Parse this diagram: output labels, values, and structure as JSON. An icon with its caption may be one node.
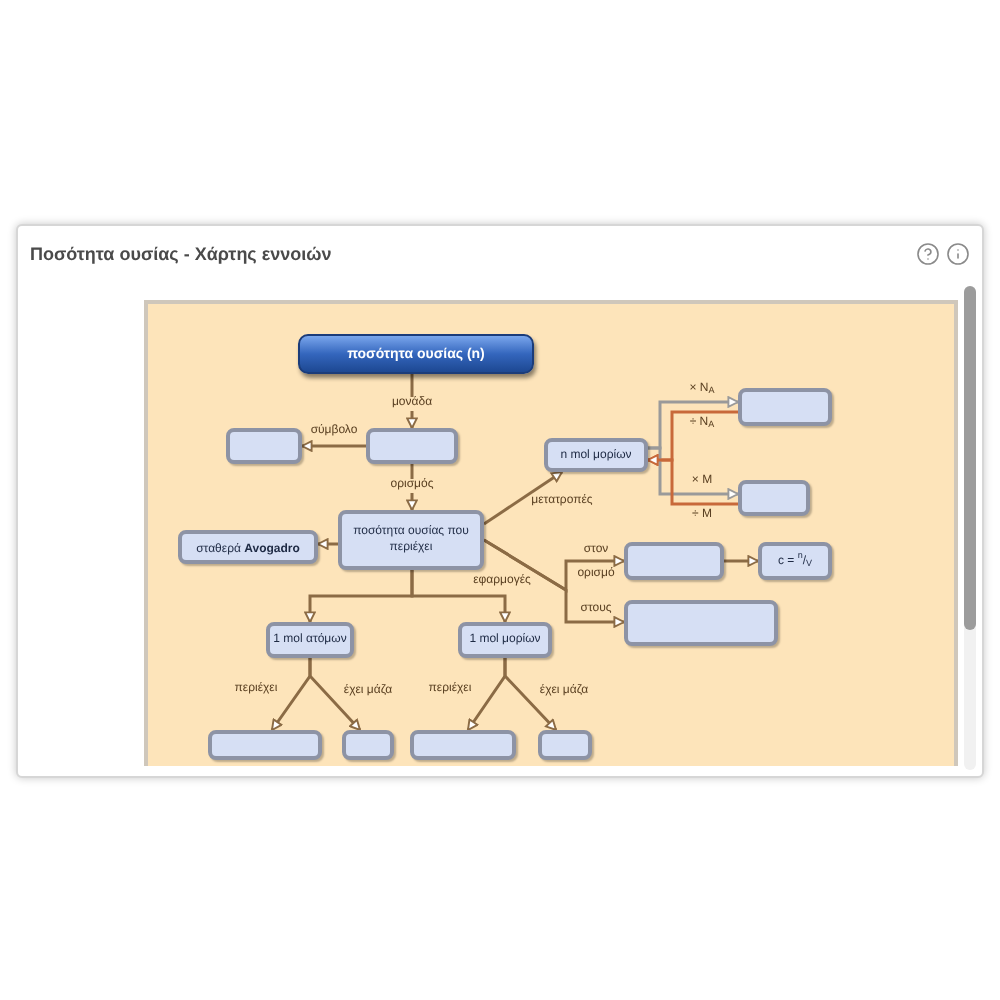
{
  "diagram": {
    "title": "Ποσότητα ουσίας - Χάρτης εννοιών",
    "nodes": [
      {
        "text": [
          "ποσότητα ουσίας (n)"
        ]
      },
      {
        "text": [],
        "shape": "box"
      },
      {
        "text": [],
        "shape": "box"
      },
      {
        "text": [
          "ποσότητα ουσίας που περιέχει"
        ]
      },
      {
        "text": [
          "σταθερά **Avogadro**"
        ]
      },
      {
        "text": [
          "n mol μορίων"
        ]
      },
      {
        "text": [],
        "shape": "box"
      },
      {
        "text": [],
        "shape": "box"
      },
      {
        "text": [],
        "shape": "box"
      },
      {
        "text": [
          "c = $^{n}$/$_{V}$"
        ]
      },
      {
        "text": [],
        "shape": "box"
      },
      {
        "text": [
          "1 mol ατόμων"
        ]
      },
      {
        "text": [
          "1 mol μορίων"
        ]
      },
      {
        "text": [],
        "shape": "box"
      },
      {
        "text": [],
        "shape": "box"
      },
      {
        "text": [],
        "shape": "box"
      },
      {
        "text": [],
        "shape": "box"
      }
    ],
    "edges": [
      {
        "from": 0,
        "to": 1,
        "arrow": "to",
        "label": "μονάδα"
      },
      {
        "from": 1,
        "to": 2,
        "arrow": "to",
        "label": "σύμβολο"
      },
      {
        "from": 1,
        "to": 3,
        "arrow": "to",
        "label": "ορισμός"
      },
      {
        "from": 3,
        "to": 4,
        "arrow": "to"
      },
      {
        "from": 3,
        "to": 5,
        "arrow": "to",
        "label": "μετατροπές"
      },
      {
        "from": 3,
        "to": 8,
        "arrow": "to",
        "label": "στον ορισμό"
      },
      {
        "from": 3,
        "to": 10,
        "arrow": "to",
        "label": "στους"
      },
      {
        "from": 8,
        "to": 9,
        "arrow": "to"
      },
      {
        "from": 3,
        "to": 11,
        "arrow": "to"
      },
      {
        "from": 3,
        "to": 12,
        "arrow": "to"
      },
      {
        "from": 11,
        "to": 13,
        "arrow": "to",
        "label": "περιέχει"
      },
      {
        "from": 11,
        "to": 14,
        "arrow": "to",
        "label": "έχει μάζα"
      },
      {
        "from": 12,
        "to": 15,
        "arrow": "to",
        "label": "περιέχει"
      },
      {
        "from": 12,
        "to": 16,
        "arrow": "to",
        "label": "έχει μάζα"
      },
      {
        "from": 5,
        "to": 6,
        "arrow": "to",
        "label": "× N$_{A}$",
        "color": "#9a9a9a"
      },
      {
        "from": 6,
        "to": 5,
        "arrow": "to",
        "label": "÷ N$_{A}$",
        "color": "#c8693a"
      },
      {
        "from": 5,
        "to": 7,
        "arrow": "to",
        "label": "× M",
        "color": "#9a9a9a"
      },
      {
        "from": 7,
        "to": 5,
        "arrow": "to",
        "label": "÷ M",
        "color": "#c8693a"
      }
    ],
    "labels": [
      "εφαρμογές"
    ]
  }
}
